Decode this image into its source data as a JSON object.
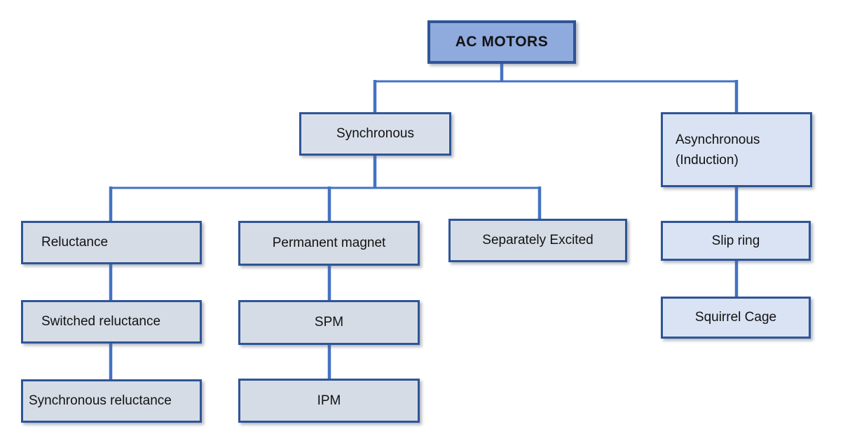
{
  "diagram": {
    "type": "tree",
    "title": "AC MOTORS classification",
    "nodes": {
      "root": {
        "label": "AC MOTORS"
      },
      "synchronous": {
        "label": "Synchronous"
      },
      "asynchronous": {
        "label": "Asynchronous (Induction)"
      },
      "reluctance": {
        "label": "Reluctance"
      },
      "permanent_magnet": {
        "label": "Permanent magnet"
      },
      "separately_excited": {
        "label": "Separately Excited"
      },
      "slip_ring": {
        "label": "Slip ring"
      },
      "switched_reluctance": {
        "label": "Switched reluctance"
      },
      "spm": {
        "label": "SPM"
      },
      "squirrel_cage": {
        "label": "Squirrel Cage"
      },
      "synchronous_reluctance": {
        "label": "Synchronous reluctance"
      },
      "ipm": {
        "label": "IPM"
      }
    },
    "edges": [
      [
        "AC MOTORS",
        "Synchronous"
      ],
      [
        "AC MOTORS",
        "Asynchronous (Induction)"
      ],
      [
        "Synchronous",
        "Reluctance"
      ],
      [
        "Synchronous",
        "Permanent magnet"
      ],
      [
        "Synchronous",
        "Separately Excited"
      ],
      [
        "Reluctance",
        "Switched reluctance"
      ],
      [
        "Switched reluctance",
        "Synchronous reluctance"
      ],
      [
        "Permanent magnet",
        "SPM"
      ],
      [
        "SPM",
        "IPM"
      ],
      [
        "Asynchronous (Induction)",
        "Slip ring"
      ],
      [
        "Slip ring",
        "Squirrel Cage"
      ]
    ],
    "colors": {
      "root_fill": "#8faadc",
      "gray_box_fill": "#d6dce5",
      "blue_box_fill": "#dae3f3",
      "box_border": "#2f5597",
      "connector": "#4472c4",
      "text": "#121212",
      "background": "#ffffff"
    }
  }
}
